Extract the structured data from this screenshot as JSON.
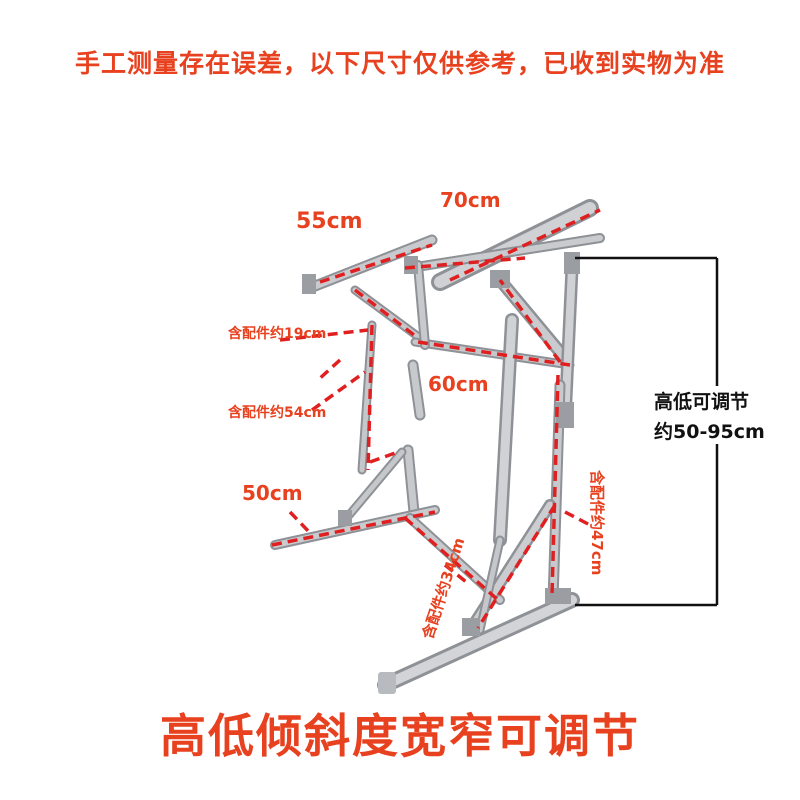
{
  "header": {
    "note": "手工测量存在误差，以下尺寸仅供参考，已收到实物为准"
  },
  "footer": {
    "title": "高低倾斜度宽窄可调节"
  },
  "dimensions": {
    "top_left_bar": "55cm",
    "top_right_bar": "70cm",
    "upper_side_post": "含配件约19cm",
    "middle_crossbar": "60cm",
    "lower_side_post": "含配件约54cm",
    "base_left": "50cm",
    "front_diagonal": "含配件约34cm",
    "rear_post": "含配件约47cm"
  },
  "height_range": {
    "line1": "高低可调节",
    "line2": "约50-95cm"
  },
  "colors": {
    "accent": "#e8411f",
    "dash": "#e02020",
    "metal": "#b9bcc1",
    "metal_edge": "#8a8d92"
  }
}
